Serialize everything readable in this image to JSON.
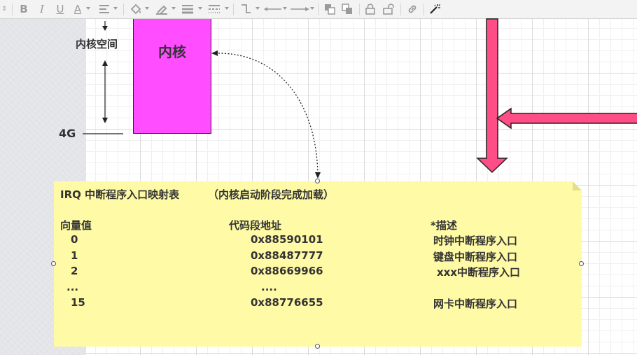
{
  "colors": {
    "kernel_fill": "#ff4dff",
    "arrow_fill": "#ff4d88",
    "note_fill": "#fffaa6",
    "note_fold": "#e6de86"
  },
  "toolbar": {
    "icons": [
      "bold-icon",
      "italic-icon",
      "underline-icon",
      "font-color-icon",
      "align-icon",
      "fill-color-icon",
      "line-color-icon",
      "line-width-icon",
      "line-style-icon",
      "connector-icon",
      "arrow-start-icon",
      "arrow-end-icon",
      "bring-front-icon",
      "send-back-icon",
      "lock-icon",
      "unlock-icon",
      "link-icon",
      "magic-wand-icon"
    ],
    "bold": "B",
    "italic": "I",
    "underline": "U",
    "font_color": "A"
  },
  "diagram": {
    "kernel_space_label": "内核空间",
    "kernel_label": "内核",
    "address_label": "4G"
  },
  "note": {
    "title": "IRQ 中断程序入口映射表",
    "subtitle": "（内核启动阶段完成加载）",
    "headers": {
      "vector": "向量值",
      "address": "代码段地址",
      "description": "*描述"
    },
    "rows": [
      {
        "vector": "0",
        "address": "0x88590101",
        "description": "时钟中断程序入口"
      },
      {
        "vector": "1",
        "address": "0x88487777",
        "description": "键盘中断程序入口"
      },
      {
        "vector": "2",
        "address": "0x88669966",
        "description": "xxx中断程序入口"
      },
      {
        "vector": "...",
        "address": "....",
        "description": ""
      },
      {
        "vector": "15",
        "address": "0x88776655",
        "description": "网卡中断程序入口"
      }
    ]
  }
}
